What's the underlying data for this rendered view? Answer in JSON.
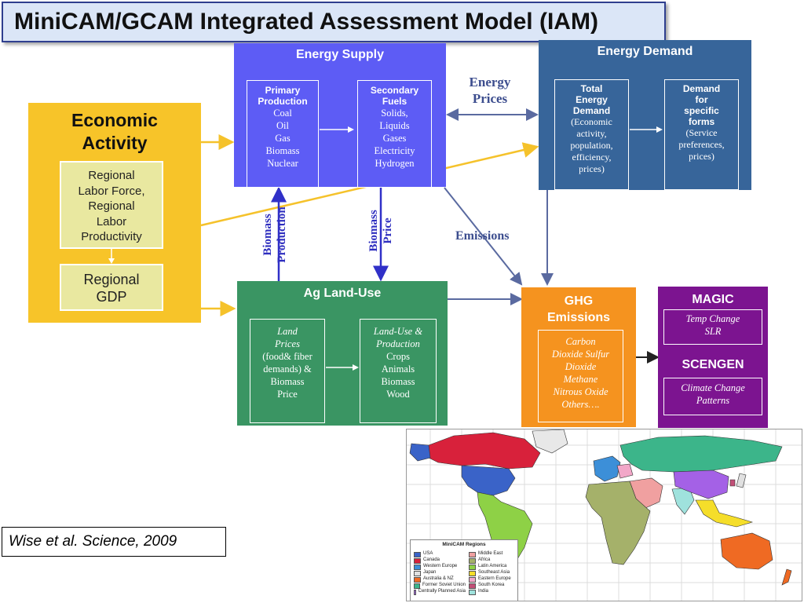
{
  "title": "MiniCAM/GCAM Integrated Assessment Model (IAM)",
  "economic_activity": {
    "title_line1": "Economic",
    "title_line2": "Activity",
    "labor": [
      "Regional",
      "Labor Force,",
      "Regional",
      "Labor",
      "Productivity"
    ],
    "gdp": [
      "Regional",
      "GDP"
    ]
  },
  "energy_supply": {
    "title": "Energy Supply",
    "primary": {
      "heading": [
        "Primary",
        "Production"
      ],
      "items": [
        "Coal",
        "Oil",
        "Gas",
        "Biomass",
        "Nuclear"
      ]
    },
    "secondary": {
      "heading": [
        "Secondary",
        "Fuels"
      ],
      "items": [
        "Solids,",
        "Liquids",
        "Gases",
        "Electricity",
        "Hydrogen"
      ]
    }
  },
  "energy_demand": {
    "title": "Energy Demand",
    "total": {
      "heading": [
        "Total",
        "Energy",
        "Demand"
      ],
      "items": [
        "(Economic",
        "activity,",
        "population,",
        "efficiency,",
        "prices)"
      ]
    },
    "specific": {
      "heading": [
        "Demand",
        "for",
        "specific",
        "forms"
      ],
      "items": [
        "(Service",
        "preferences,",
        "prices)"
      ]
    }
  },
  "ag_land_use": {
    "title": "Ag Land-Use",
    "land_prices": {
      "heading": [
        "Land",
        "Prices"
      ],
      "items": [
        "(food& fiber",
        "demands) &",
        "Biomass",
        "Price"
      ]
    },
    "production": {
      "heading": [
        "Land-Use &",
        "Production"
      ],
      "items": [
        "Crops",
        "Animals",
        "Biomass",
        "Wood"
      ]
    }
  },
  "ghg": {
    "title": [
      "GHG",
      "Emissions"
    ],
    "gases": [
      "Carbon",
      "Dioxide Sulfur",
      "Dioxide",
      "Methane",
      "Nitrous Oxide",
      "Others…."
    ]
  },
  "magic": {
    "title": "MAGIC",
    "box": [
      "Temp Change",
      "SLR"
    ],
    "scengen_title": "SCENGEN",
    "scengen_box": [
      "Climate Change",
      "Patterns"
    ]
  },
  "labels": {
    "energy_prices": [
      "Energy",
      "Prices"
    ],
    "emissions": "Emissions",
    "biomass_production": [
      "Biomass",
      "Production"
    ],
    "biomass_price": [
      "Biomass",
      "Price"
    ]
  },
  "map": {
    "legend_title": "MiniCAM Regions",
    "regions_col1": [
      {
        "name": "USA",
        "color": "#3a63c8"
      },
      {
        "name": "Canada",
        "color": "#d8213b"
      },
      {
        "name": "Western Europe",
        "color": "#3c8fd8"
      },
      {
        "name": "Japan",
        "color": "#e0e0e0"
      },
      {
        "name": "Australia & NZ",
        "color": "#ef6a23"
      },
      {
        "name": "Former Soviet Union",
        "color": "#3cb58a"
      },
      {
        "name": "Centrally Planned Asia",
        "color": "#a461e6"
      }
    ],
    "regions_col2": [
      {
        "name": "Middle East",
        "color": "#f0a0a0"
      },
      {
        "name": "Africa",
        "color": "#a5b16a"
      },
      {
        "name": "Latin America",
        "color": "#8ed146"
      },
      {
        "name": "Southeast Asia",
        "color": "#f5de2a"
      },
      {
        "name": "Eastern Europe",
        "color": "#f2a7c8"
      },
      {
        "name": "South Korea",
        "color": "#c24f77"
      },
      {
        "name": "India",
        "color": "#9fe2dd"
      }
    ]
  },
  "citation": "Wise et al. Science, 2009"
}
